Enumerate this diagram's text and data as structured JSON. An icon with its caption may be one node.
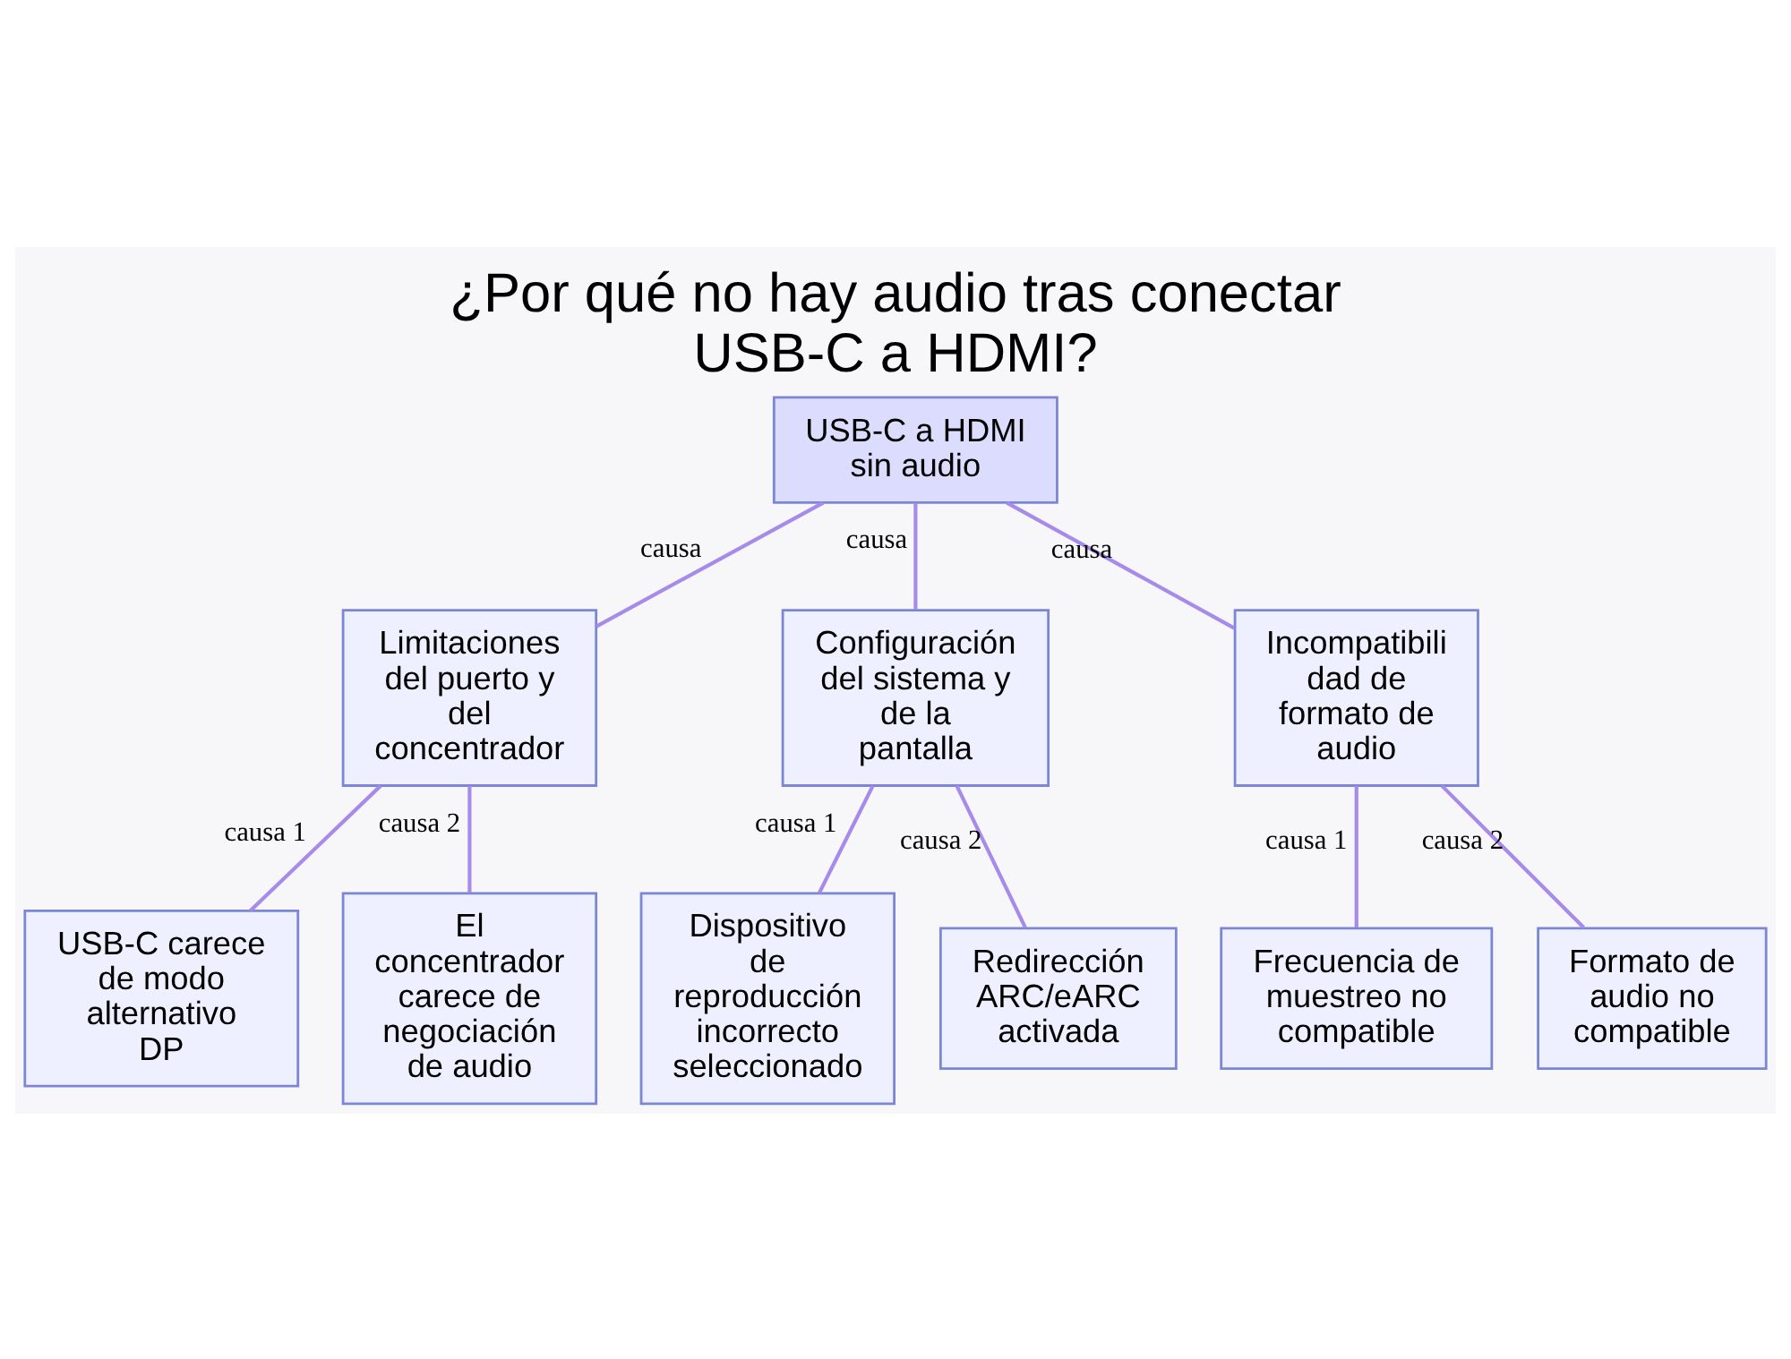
{
  "diagram": {
    "title": "¿Por qué no hay audio tras conectar USB-C a HDMI?",
    "nodes": [
      {
        "text": [
          "USB-C a HDMI sin audio"
        ]
      },
      {
        "text": [
          "Limitaciones del puerto y del concentrador"
        ]
      },
      {
        "text": [
          "Configuración del sistema y de la pantalla"
        ]
      },
      {
        "text": [
          "Incompatibilidad de formato de audio"
        ]
      },
      {
        "text": [
          "USB-C carece de modo alternativo DP"
        ]
      },
      {
        "text": [
          "El concentrador carece de negociación de audio"
        ]
      },
      {
        "text": [
          "Dispositivo de reproducción incorrecto seleccionado"
        ]
      },
      {
        "text": [
          "Redirección ARC/eARC activada"
        ]
      },
      {
        "text": [
          "Frecuencia de muestreo no compatible"
        ]
      },
      {
        "text": [
          "Formato de audio no compatible"
        ]
      }
    ],
    "edges": [
      {
        "from": 0,
        "to": 1,
        "arrow": "none",
        "label": "causa"
      },
      {
        "from": 0,
        "to": 2,
        "arrow": "none",
        "label": "causa"
      },
      {
        "from": 0,
        "to": 3,
        "arrow": "none",
        "label": "causa"
      },
      {
        "from": 1,
        "to": 4,
        "arrow": "none",
        "label": "causa 1"
      },
      {
        "from": 1,
        "to": 5,
        "arrow": "none",
        "label": "causa 2"
      },
      {
        "from": 2,
        "to": 6,
        "arrow": "none",
        "label": "causa 1"
      },
      {
        "from": 2,
        "to": 7,
        "arrow": "none",
        "label": "causa 2"
      },
      {
        "from": 3,
        "to": 8,
        "arrow": "none",
        "label": "causa 1"
      },
      {
        "from": 3,
        "to": 9,
        "arrow": "none",
        "label": "causa 2"
      }
    ]
  }
}
